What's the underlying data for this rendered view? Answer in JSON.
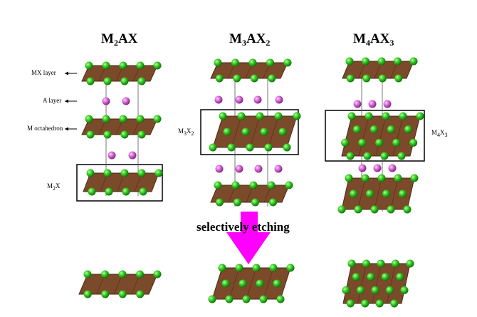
{
  "titles": {
    "m2ax": {
      "m": "M",
      "s1": "2",
      "rest": "AX",
      "s2": ""
    },
    "m3ax2": {
      "m": "M",
      "s1": "3",
      "rest": "AX",
      "s2": "2"
    },
    "m4ax3": {
      "m": "M",
      "s1": "4",
      "rest": "AX",
      "s2": "3"
    }
  },
  "labels": {
    "mx_layer": "MX layer",
    "a_layer": "A layer",
    "m_octahedron": "M octahedron",
    "m2x": {
      "m": "M",
      "s": "2",
      "x": "X"
    },
    "m3x2": {
      "m": "M",
      "s1": "3",
      "x": "X",
      "s2": "2"
    },
    "m4x3": {
      "m": "M",
      "s1": "4",
      "x": "X",
      "s2": "3"
    }
  },
  "arrow_label": "selectively etching",
  "colors": {
    "octahedron": "#7a4a2a",
    "octahedron_edge": "#4a2a14",
    "x_atom": "#33cc22",
    "a_atom": "#cc55cc",
    "etch_arrow": "#ff00ff"
  }
}
